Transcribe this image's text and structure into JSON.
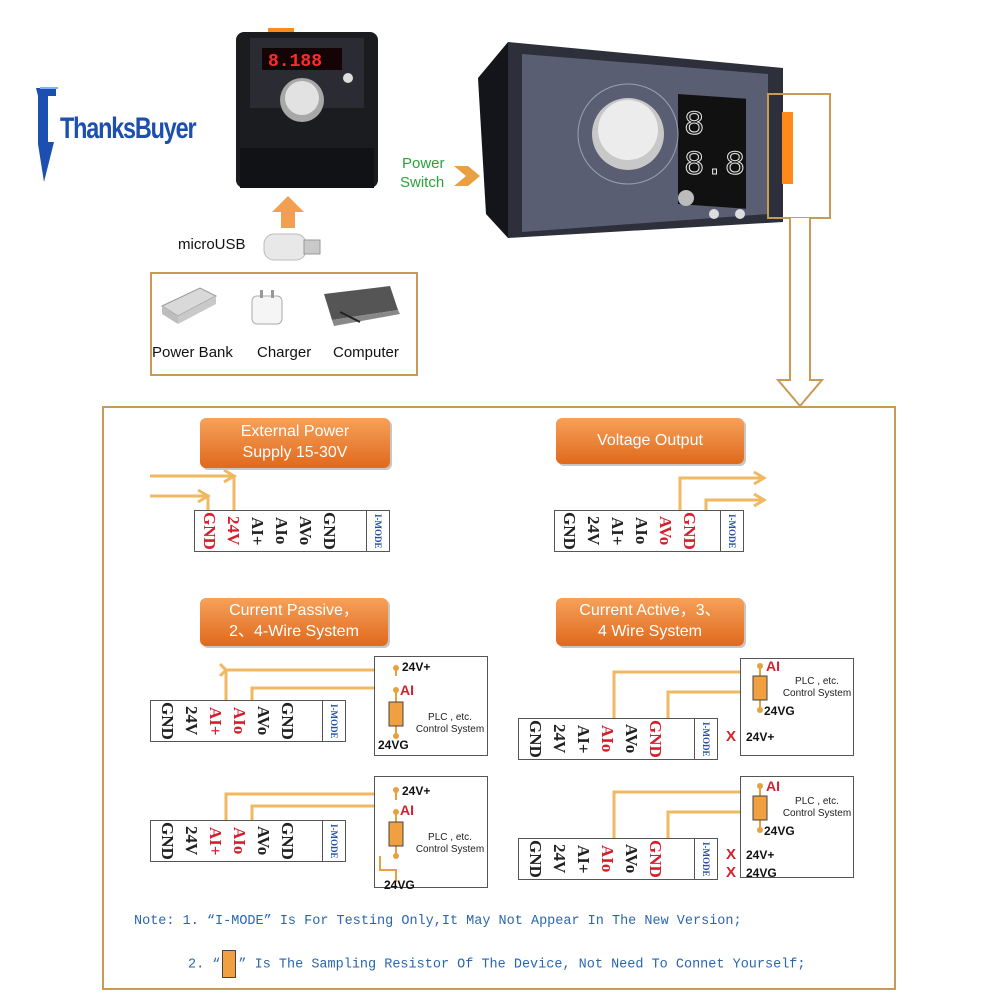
{
  "brand": {
    "logo_text": "ThanksBuyer"
  },
  "top": {
    "usb_label": "microUSB",
    "sources": [
      "Power Bank",
      "Charger",
      "Computer"
    ],
    "power_switch": [
      "Power",
      "Switch"
    ]
  },
  "panels": {
    "ext": {
      "title": [
        "External Power",
        "Supply 15-30V"
      ],
      "terminals": [
        "GND",
        "24V",
        "AI+",
        "AIo",
        "AVo",
        "GND"
      ],
      "mode": "I-MODE"
    },
    "volt": {
      "title": [
        "Voltage Output"
      ],
      "terminals": [
        "GND",
        "24V",
        "AI+",
        "AIo",
        "AVo",
        "GND"
      ],
      "mode": "I-MODE"
    },
    "passive": {
      "title": [
        "Current Passive，",
        "2、4-Wire System"
      ],
      "terminals": [
        "GND",
        "24V",
        "AI+",
        "AIo",
        "AVo",
        "GND"
      ],
      "mode": "I-MODE"
    },
    "active": {
      "title": [
        "Current Active，3、",
        "4 Wire System"
      ],
      "terminals": [
        "GND",
        "24V",
        "AI+",
        "AIo",
        "AVo",
        "GND"
      ],
      "mode": "I-MODE"
    }
  },
  "plc": {
    "text": [
      "PLC , etc.",
      "Control System"
    ],
    "v24_plus": "24V+",
    "ai": "AI",
    "v24_g": "24VG",
    "x": "X"
  },
  "notes": {
    "line1": "Note: 1. “I-MODE” Is For Testing Only,It May Not Appear In The New Version;",
    "line2_prefix": "2. “",
    "line2_suffix": "” Is The Sampling Resistor Of The Device, Not Need To Connet Yourself;"
  },
  "colors": {
    "orange": "#e8802e",
    "wire": "#f0b860",
    "red": "#d61f2c",
    "green": "#29a33a",
    "blue": "#1d4fb0",
    "border": "#c89a55"
  }
}
